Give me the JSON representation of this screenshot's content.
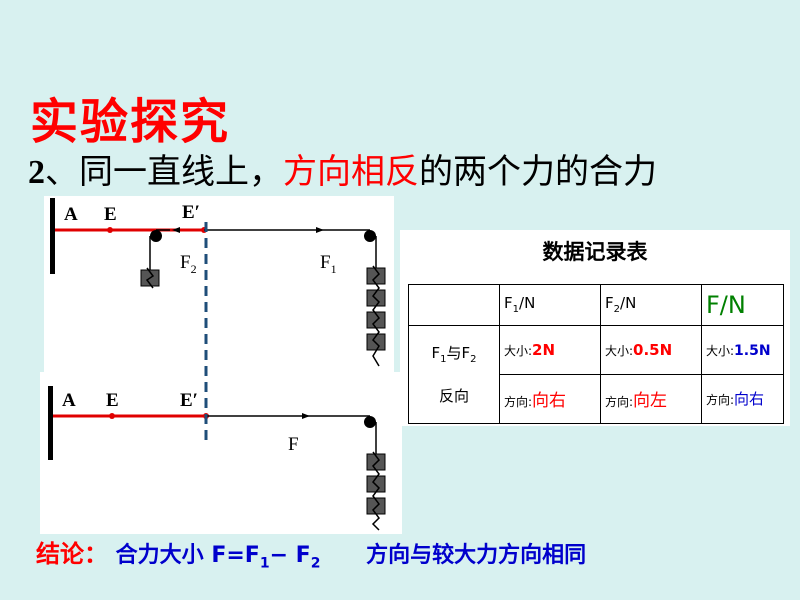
{
  "title": "实验探究",
  "subtitle": {
    "number": "2",
    "prefix": "、同一直线上，",
    "highlight": "方向相反",
    "suffix": "的两个力的合力"
  },
  "diagram_top": {
    "label_a": "A",
    "label_e": "E",
    "label_e_prime": "E′",
    "label_f2": "F",
    "label_f2_sub": "2",
    "label_f1": "F",
    "label_f1_sub": "1"
  },
  "diagram_bottom": {
    "label_a": "A",
    "label_e": "E",
    "label_e_prime": "E′",
    "label_f": "F"
  },
  "table": {
    "title": "数据记录表",
    "headers": {
      "f1": "F",
      "f1_sub": "1",
      "f1_unit": "/N",
      "f2": "F",
      "f2_sub": "2",
      "f2_unit": "/N",
      "f": "F/N"
    },
    "row_label_line1_a": "F",
    "row_label_line1_a_sub": "1",
    "row_label_line1_mid": "与F",
    "row_label_line1_b_sub": "2",
    "row_label_line2": "反向",
    "size_label": "大小:",
    "dir_label": "方向:",
    "f1_size": "2N",
    "f2_size": "0.5N",
    "f_size": "1.5N",
    "f1_dir": "向右",
    "f2_dir": "向左",
    "f_dir": "向右"
  },
  "conclusion": {
    "label": "结论：",
    "text1": "合力大小 F=F",
    "sub1": "1",
    "minus": "− F",
    "sub2": "2",
    "text2": "方向与较大力方向相同"
  }
}
